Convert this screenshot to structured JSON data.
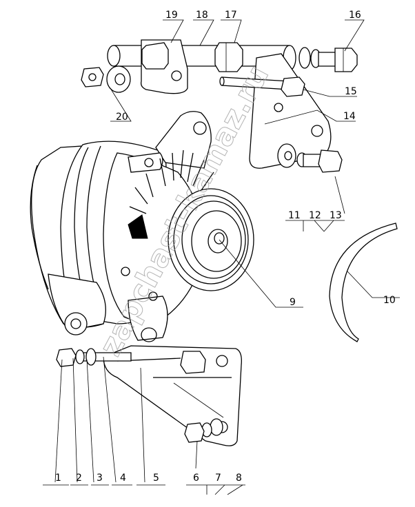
{
  "watermark": "zapchast-kamaz.ru",
  "callouts": [
    "1",
    "2",
    "3",
    "4",
    "5",
    "6",
    "7",
    "8",
    "9",
    "10",
    "11",
    "12",
    "13",
    "14",
    "15",
    "16",
    "17",
    "18",
    "19",
    "20"
  ]
}
